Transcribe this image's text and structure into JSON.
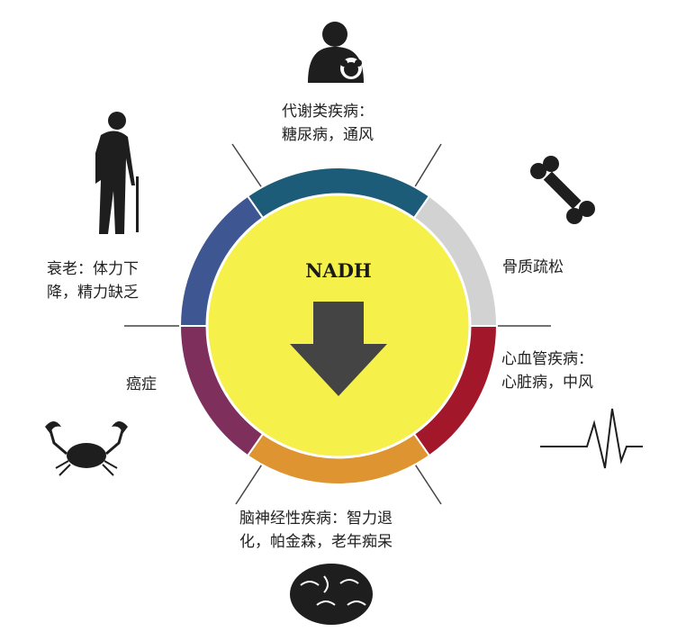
{
  "center": {
    "title": "NADH"
  },
  "colors": {
    "center_fill": "#f5f04a",
    "ring_metabolic": "#1d5c78",
    "ring_osteo": "#d2d2d2",
    "ring_cardio": "#a3172b",
    "ring_neuro": "#de9531",
    "ring_cancer": "#7e2f5c",
    "ring_aging": "#3e5793",
    "arrow": "#444444",
    "icon": "#1e1e1e"
  },
  "segments": [
    {
      "id": "metabolic",
      "lines": [
        "代谢类疾病：",
        "糖尿病，通风"
      ],
      "icon": "person-with-dog-icon"
    },
    {
      "id": "osteo",
      "lines": [
        "骨质疏松"
      ],
      "icon": "bone-icon"
    },
    {
      "id": "cardio",
      "lines": [
        "心血管疾病：",
        "心脏病，中风"
      ],
      "icon": "heartbeat-icon"
    },
    {
      "id": "neuro",
      "lines": [
        "脑神经性疾病：智力退",
        "化，帕金森，老年痴呆"
      ],
      "icon": "brain-icon"
    },
    {
      "id": "cancer",
      "lines": [
        "癌症"
      ],
      "icon": "crab-icon"
    },
    {
      "id": "aging",
      "lines": [
        "衰老：体力下",
        "降，精力缺乏"
      ],
      "icon": "elderly-person-icon"
    }
  ]
}
